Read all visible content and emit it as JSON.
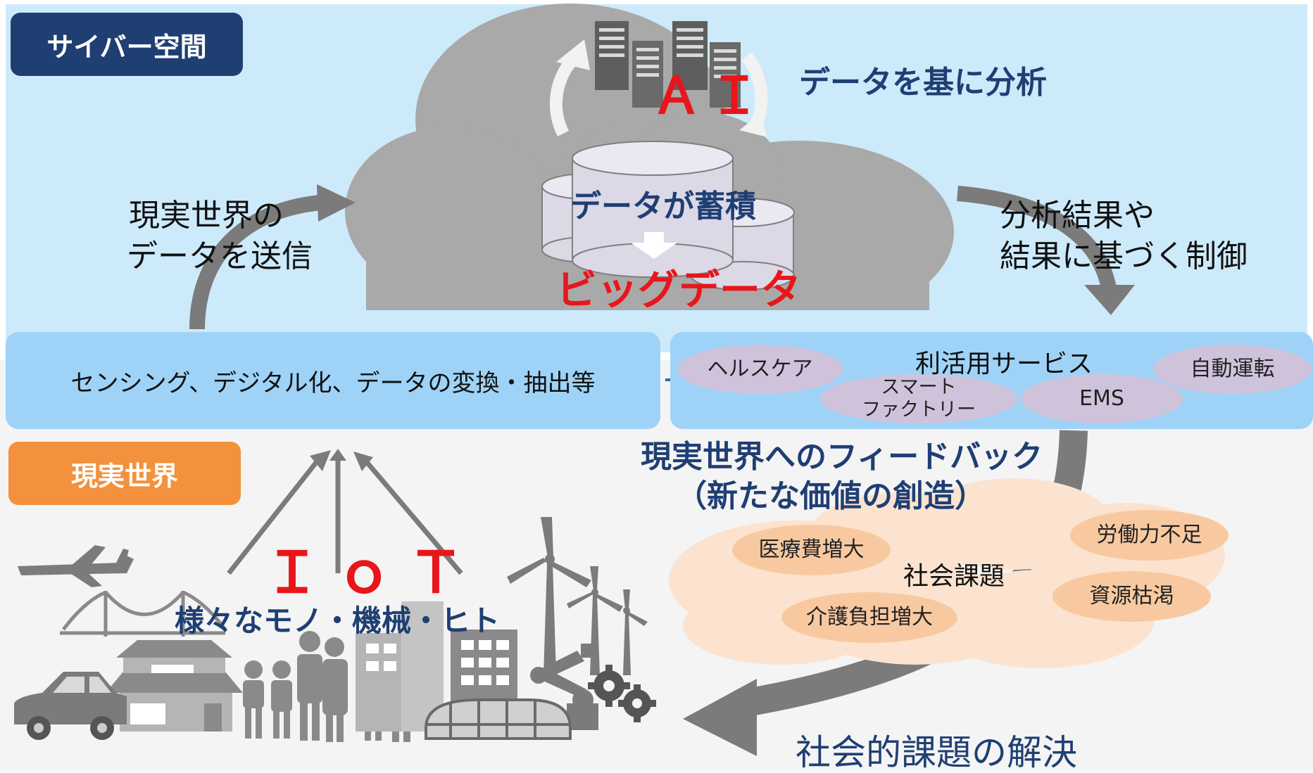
{
  "colors": {
    "cyber_bg": "#cdeafb",
    "real_bg": "#f3f3f3",
    "navy": "#1f3f73",
    "orange": "#f3913d",
    "red": "#e8161b",
    "cloud_gray": "#a8a8a8",
    "bar_blue": "#9ed3f7",
    "purple_pill": "#cfc3dc",
    "peach": "#fbe3cf",
    "peach_pill": "#f8c9a0"
  },
  "cyber_label": "サイバー空間",
  "real_label": "現実世界",
  "ai_label": "ＡＩ",
  "ai_caption": "データを基に分析",
  "accumulate_label": "データが蓄積",
  "bigdata_label": "ビッグデータ",
  "send_label": [
    "現実世界の",
    "データを送信"
  ],
  "control_label": [
    "分析結果や",
    "結果に基づく制御"
  ],
  "sensing_label": "センシング、デジタル化、データの変換・抽出等",
  "services": {
    "title": "利活用サービス",
    "items": [
      "ヘルスケア",
      "スマート\nファクトリー",
      "EMS",
      "自動運転"
    ]
  },
  "feedback_label": [
    "現実世界へのフィードバック",
    "（新たな価値の創造）"
  ],
  "iot_label": "ＩｏＴ",
  "iot_caption": "様々なモノ・機械・ヒト",
  "social_issues": {
    "title": "社会課題",
    "items": [
      "医療費増大",
      "労働力不足",
      "介護負担増大",
      "資源枯渇"
    ]
  },
  "solution_label": "社会的課題の解決",
  "icons": [
    "server-rack-icon",
    "cycle-arrow-icon",
    "database-icon",
    "airplane-icon",
    "bridge-icon",
    "house-icon",
    "car-icon",
    "people-icon",
    "building-icon",
    "wind-turbine-icon",
    "robot-arm-icon",
    "gear-icon",
    "greenhouse-icon"
  ]
}
